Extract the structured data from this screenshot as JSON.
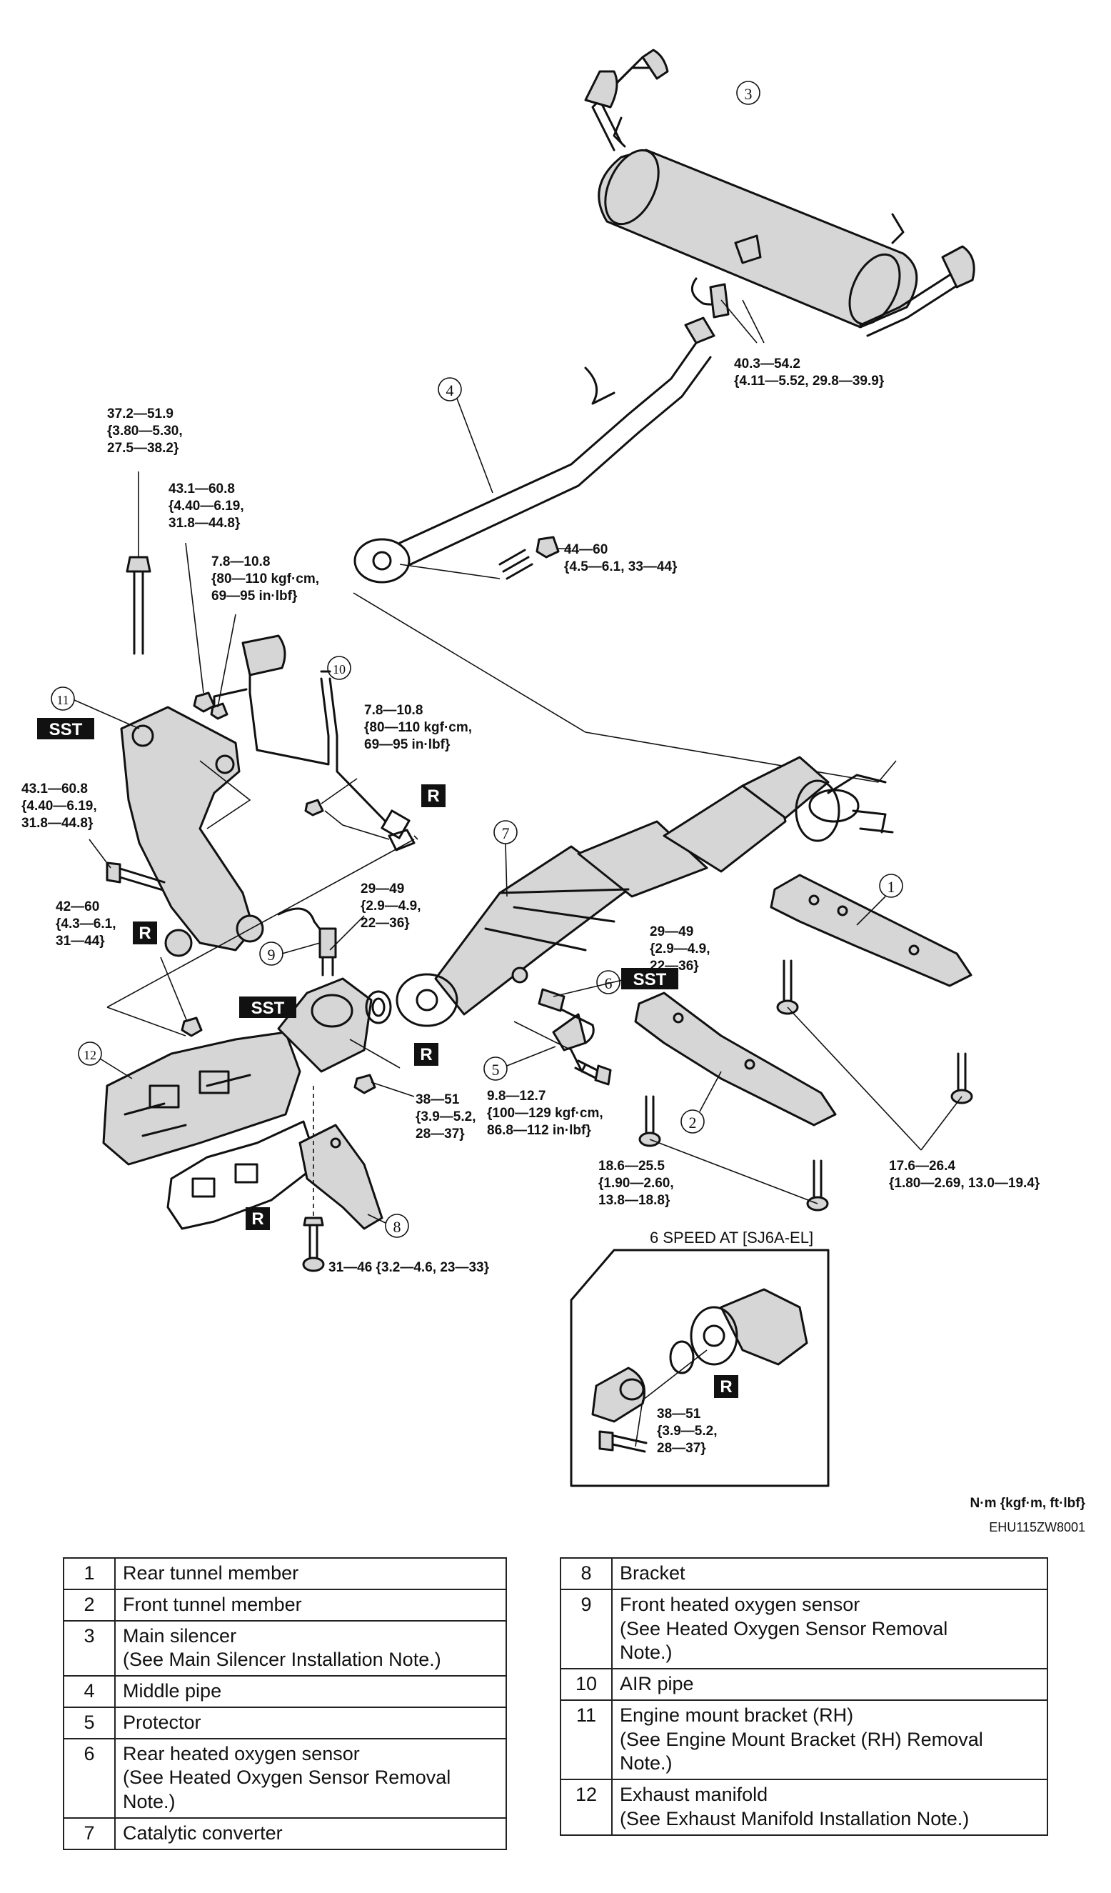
{
  "torque_labels": {
    "t_main_silencer": [
      "40.3—54.2",
      "{4.11—5.52, 29.8—39.9}"
    ],
    "t_middle_pipe_nut": [
      "44—60",
      "{4.5—6.1, 33—44}"
    ],
    "t_mount_bolt_top": [
      "37.2—51.9",
      "{3.80—5.30,",
      "27.5—38.2}"
    ],
    "t_mount_nut": [
      "43.1—60.8",
      "{4.40—6.19,",
      "31.8—44.8}"
    ],
    "t_air_valve": [
      "7.8—10.8",
      "{80—110 kgf·cm,",
      "69—95 in·lbf}"
    ],
    "t_air_pipe": [
      "7.8—10.8",
      "{80—110 kgf·cm,",
      "69—95 in·lbf}"
    ],
    "t_mount_side": [
      "43.1—60.8",
      "{4.40—6.19,",
      "31.8—44.8}"
    ],
    "t_front_sensor": [
      "29—49",
      "{2.9—4.9,",
      "22—36}"
    ],
    "t_rear_sensor": [
      "29—49",
      "{2.9—4.9,",
      "22—36}"
    ],
    "t_manifold_nut": [
      "42—60",
      "{4.3—6.1,",
      "31—44}"
    ],
    "t_protector": [
      "9.8—12.7",
      "{100—129 kgf·cm,",
      "86.8—112 in·lbf}"
    ],
    "t_converter_nut": [
      "38—51",
      "{3.9—5.2,",
      "28—37}"
    ],
    "t_front_tunnel": [
      "18.6—25.5",
      "{1.90—2.60,",
      "13.8—18.8}"
    ],
    "t_rear_tunnel": [
      "17.6—26.4",
      "{1.80—2.69, 13.0—19.4}"
    ],
    "t_bracket": [
      "31—46 {3.2—4.6, 23—33}"
    ],
    "t_inset": [
      "38—51",
      "{3.9—5.2,",
      "28—37}"
    ]
  },
  "callouts": {
    "c1": "1",
    "c2": "2",
    "c3": "3",
    "c4": "4",
    "c5": "5",
    "c6": "6",
    "c7": "7",
    "c8": "8",
    "c9": "9",
    "c10": "10",
    "c11": "11",
    "c12": "12"
  },
  "markers": {
    "sst": "SST",
    "replace": "R"
  },
  "inset_title": "6 SPEED AT [SJ6A-EL]",
  "units": "N·m {kgf·m, ft·lbf}",
  "figure_code": "EHU115ZW8001",
  "legend_left": [
    {
      "num": "1",
      "lines": [
        "Rear tunnel member"
      ]
    },
    {
      "num": "2",
      "lines": [
        "Front tunnel member"
      ]
    },
    {
      "num": "3",
      "lines": [
        "Main silencer",
        "(See Main Silencer Installation Note.)"
      ]
    },
    {
      "num": "4",
      "lines": [
        "Middle pipe"
      ]
    },
    {
      "num": "5",
      "lines": [
        "Protector"
      ]
    },
    {
      "num": "6",
      "lines": [
        "Rear heated oxygen sensor",
        "(See Heated Oxygen Sensor Removal",
        "Note.)"
      ]
    },
    {
      "num": "7",
      "lines": [
        "Catalytic converter"
      ]
    }
  ],
  "legend_right": [
    {
      "num": "8",
      "lines": [
        "Bracket"
      ]
    },
    {
      "num": "9",
      "lines": [
        "Front heated oxygen sensor",
        "(See Heated Oxygen Sensor Removal",
        "Note.)"
      ]
    },
    {
      "num": "10",
      "lines": [
        "AIR pipe"
      ]
    },
    {
      "num": "11",
      "lines": [
        "Engine mount bracket (RH)",
        "(See Engine Mount Bracket (RH) Removal",
        "Note.)"
      ]
    },
    {
      "num": "12",
      "lines": [
        "Exhaust manifold",
        "(See Exhaust Manifold Installation Note.)"
      ]
    }
  ]
}
